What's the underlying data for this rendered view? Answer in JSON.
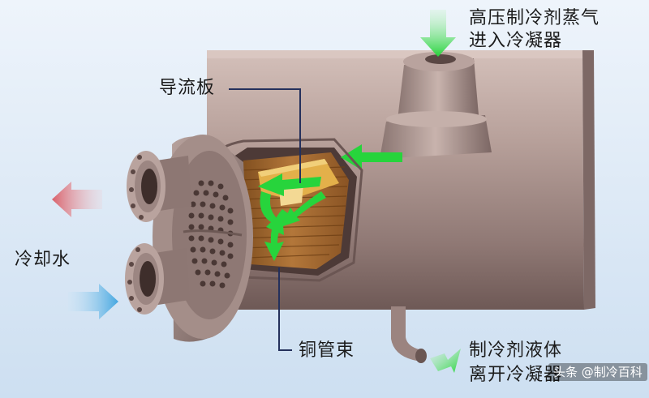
{
  "labels": {
    "inlet_line1": "高压制冷剂蒸气",
    "inlet_line2": "进入冷凝器",
    "baffle": "导流板",
    "cooling_water": "冷却水",
    "tube_bundle": "铜管束",
    "outlet_line1": "制冷剂液体",
    "outlet_line2": "离开冷凝器"
  },
  "watermark": "头条 @制冷百科",
  "colors": {
    "background": "#dce9f6",
    "shell": "#b09590",
    "flow_arrow": "#27d43c",
    "water_out_arrow": "#d9606a",
    "water_in_arrow": "#43a6e0",
    "tube_core": "#a5672a"
  },
  "icons": [
    "arrow-down-icon",
    "arrow-left-icon",
    "arrow-right-icon"
  ]
}
